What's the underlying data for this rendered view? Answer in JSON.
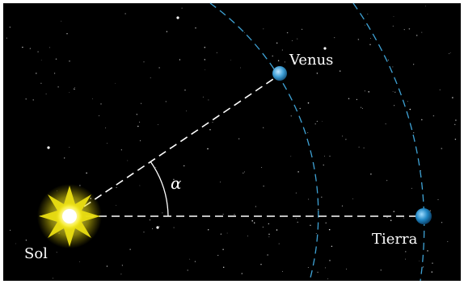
{
  "labels": {
    "sun": "Sol",
    "venus": "Venus",
    "earth": "Tierra",
    "angle": "α"
  },
  "colors": {
    "space": "#000000",
    "orbit": "#3fa3d6",
    "sight_line": "#ffffff",
    "sun_core": "#fffbd8",
    "sun_glow": "#f2e600",
    "planet": "#2c8ec4"
  }
}
